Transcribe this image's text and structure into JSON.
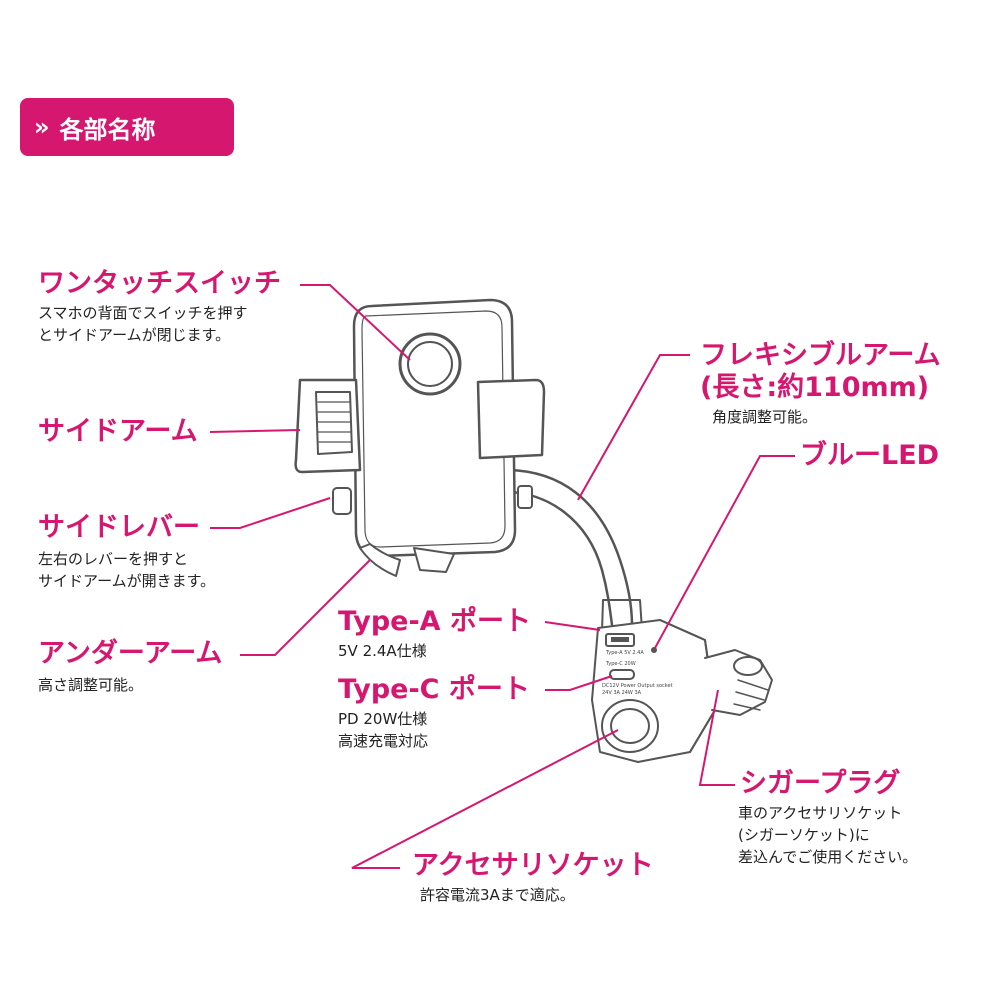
{
  "header": {
    "chevron": "»",
    "title": "各部名称"
  },
  "colors": {
    "accent": "#d6176f",
    "text": "#222222",
    "line": "#555555"
  },
  "labels": {
    "one_touch_switch": {
      "title": "ワンタッチスイッチ",
      "desc": [
        "スマホの背面でスイッチを押す",
        "とサイドアームが閉じます。"
      ]
    },
    "side_arm": {
      "title": "サイドアーム"
    },
    "side_lever": {
      "title": "サイドレバー",
      "desc": [
        "左右のレバーを押すと",
        "サイドアームが開きます。"
      ]
    },
    "under_arm": {
      "title": "アンダーアーム",
      "desc": [
        "高さ調整可能。"
      ]
    },
    "flexible_arm": {
      "title": "フレキシブルアーム",
      "title2": "(長さ:約110mm)",
      "desc": [
        "角度調整可能。"
      ]
    },
    "blue_led": {
      "title": "ブルーLED"
    },
    "type_a": {
      "title": "Type-A ポート",
      "desc": [
        "5V 2.4A仕様"
      ]
    },
    "type_c": {
      "title": "Type-C ポート",
      "desc": [
        "PD 20W仕様",
        "高速充電対応"
      ]
    },
    "cigar_plug": {
      "title": "シガープラグ",
      "desc": [
        "車のアクセサリソケット",
        "(シガーソケット)に",
        "差込んでご使用ください。"
      ]
    },
    "accessory_socket": {
      "title": "アクセサリソケット",
      "desc": [
        "許容電流3Aまで適応。"
      ]
    }
  },
  "device": {
    "port_label_a": "Type-A 5V 2.4A",
    "port_label_c": "Type-C 20W",
    "socket_label": "DC12V Power Output socket",
    "socket_spec": "24V 3A  24W 3A"
  }
}
